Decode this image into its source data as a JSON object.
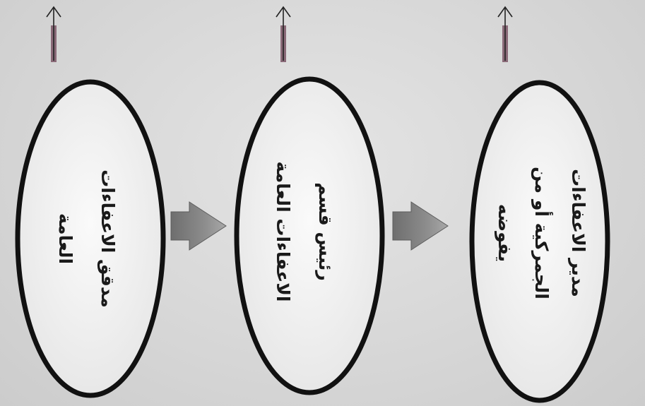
{
  "diagram": {
    "nodes": [
      {
        "id": "node-1",
        "lines": [
          "مدقق الاعفاءات",
          "العامة"
        ]
      },
      {
        "id": "node-2",
        "lines": [
          "رئيس قسم",
          "الاعفاءات العامة"
        ]
      },
      {
        "id": "node-3",
        "lines": [
          "مدير الاعفاءات",
          "الجمركية أو من",
          "يفوضه"
        ]
      }
    ],
    "connectors": [
      {
        "from": "node-1",
        "to": "node-2"
      },
      {
        "from": "node-2",
        "to": "node-3"
      }
    ],
    "colors": {
      "background": "#d9d9d9",
      "ellipse_fill": "#f2f2f2",
      "ellipse_stroke": "#111111",
      "connector_fill": "#7f7f7f",
      "up_arrow_shaft": "#8a6a78"
    }
  }
}
